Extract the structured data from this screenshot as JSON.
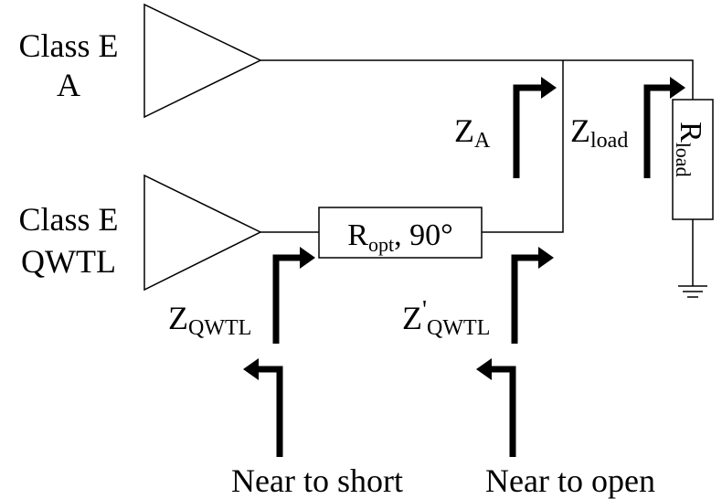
{
  "amplifiers": {
    "top": {
      "line1": "Class E",
      "line2": "A"
    },
    "bottom": {
      "line1": "Class E",
      "line2": "QWTL"
    }
  },
  "qwtl": {
    "main": "R",
    "sub": "opt",
    "rest": ", 90°"
  },
  "impedances": {
    "za": {
      "main": "Z",
      "sub": "A"
    },
    "zload": {
      "main": "Z",
      "sub": "load"
    },
    "zqwtl": {
      "main": "Z",
      "sub": "QWTL"
    },
    "zqwtl_prime": {
      "main": "Z",
      "prime": "'",
      "sub": "QWTL"
    }
  },
  "load": {
    "main": "R",
    "sub": "load"
  },
  "notes": {
    "short": "Near to short",
    "open": "Near to open"
  }
}
